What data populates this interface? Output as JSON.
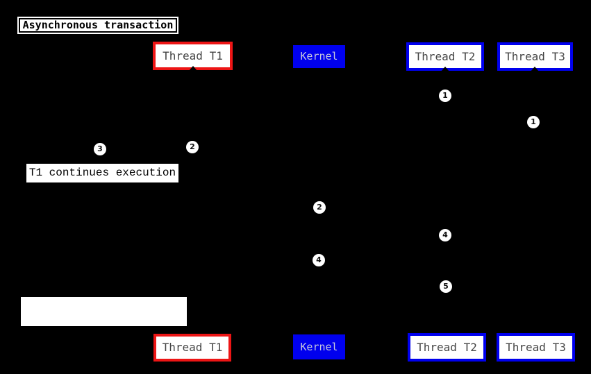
{
  "title": "Asynchronous transaction",
  "entities": {
    "top": [
      {
        "label": "Thread T1",
        "style": "red-outline"
      },
      {
        "label": "Kernel",
        "style": "blue-filled"
      },
      {
        "label": "Thread T2",
        "style": "blue-outline"
      },
      {
        "label": "Thread T3",
        "style": "blue-outline"
      }
    ],
    "bottom": [
      {
        "label": "Thread T1",
        "style": "red-outline"
      },
      {
        "label": "Kernel",
        "style": "blue-filled"
      },
      {
        "label": "Thread T2",
        "style": "blue-outline"
      },
      {
        "label": "Thread T3",
        "style": "blue-outline"
      }
    ]
  },
  "notes": {
    "t1_continues": "T1 continues execution",
    "empty_note": ""
  },
  "markers": [
    {
      "label": "1"
    },
    {
      "label": "1"
    },
    {
      "label": "2"
    },
    {
      "label": "3"
    },
    {
      "label": "2"
    },
    {
      "label": "4"
    },
    {
      "label": "4"
    },
    {
      "label": "5"
    }
  ],
  "colors": {
    "background": "#000000",
    "thread_t1_border": "#ED1515",
    "blue_accent": "#0000EE",
    "kernel_text": "#C6C8DC",
    "thread_label_text": "#454545",
    "note_background": "#FFFFFF"
  }
}
